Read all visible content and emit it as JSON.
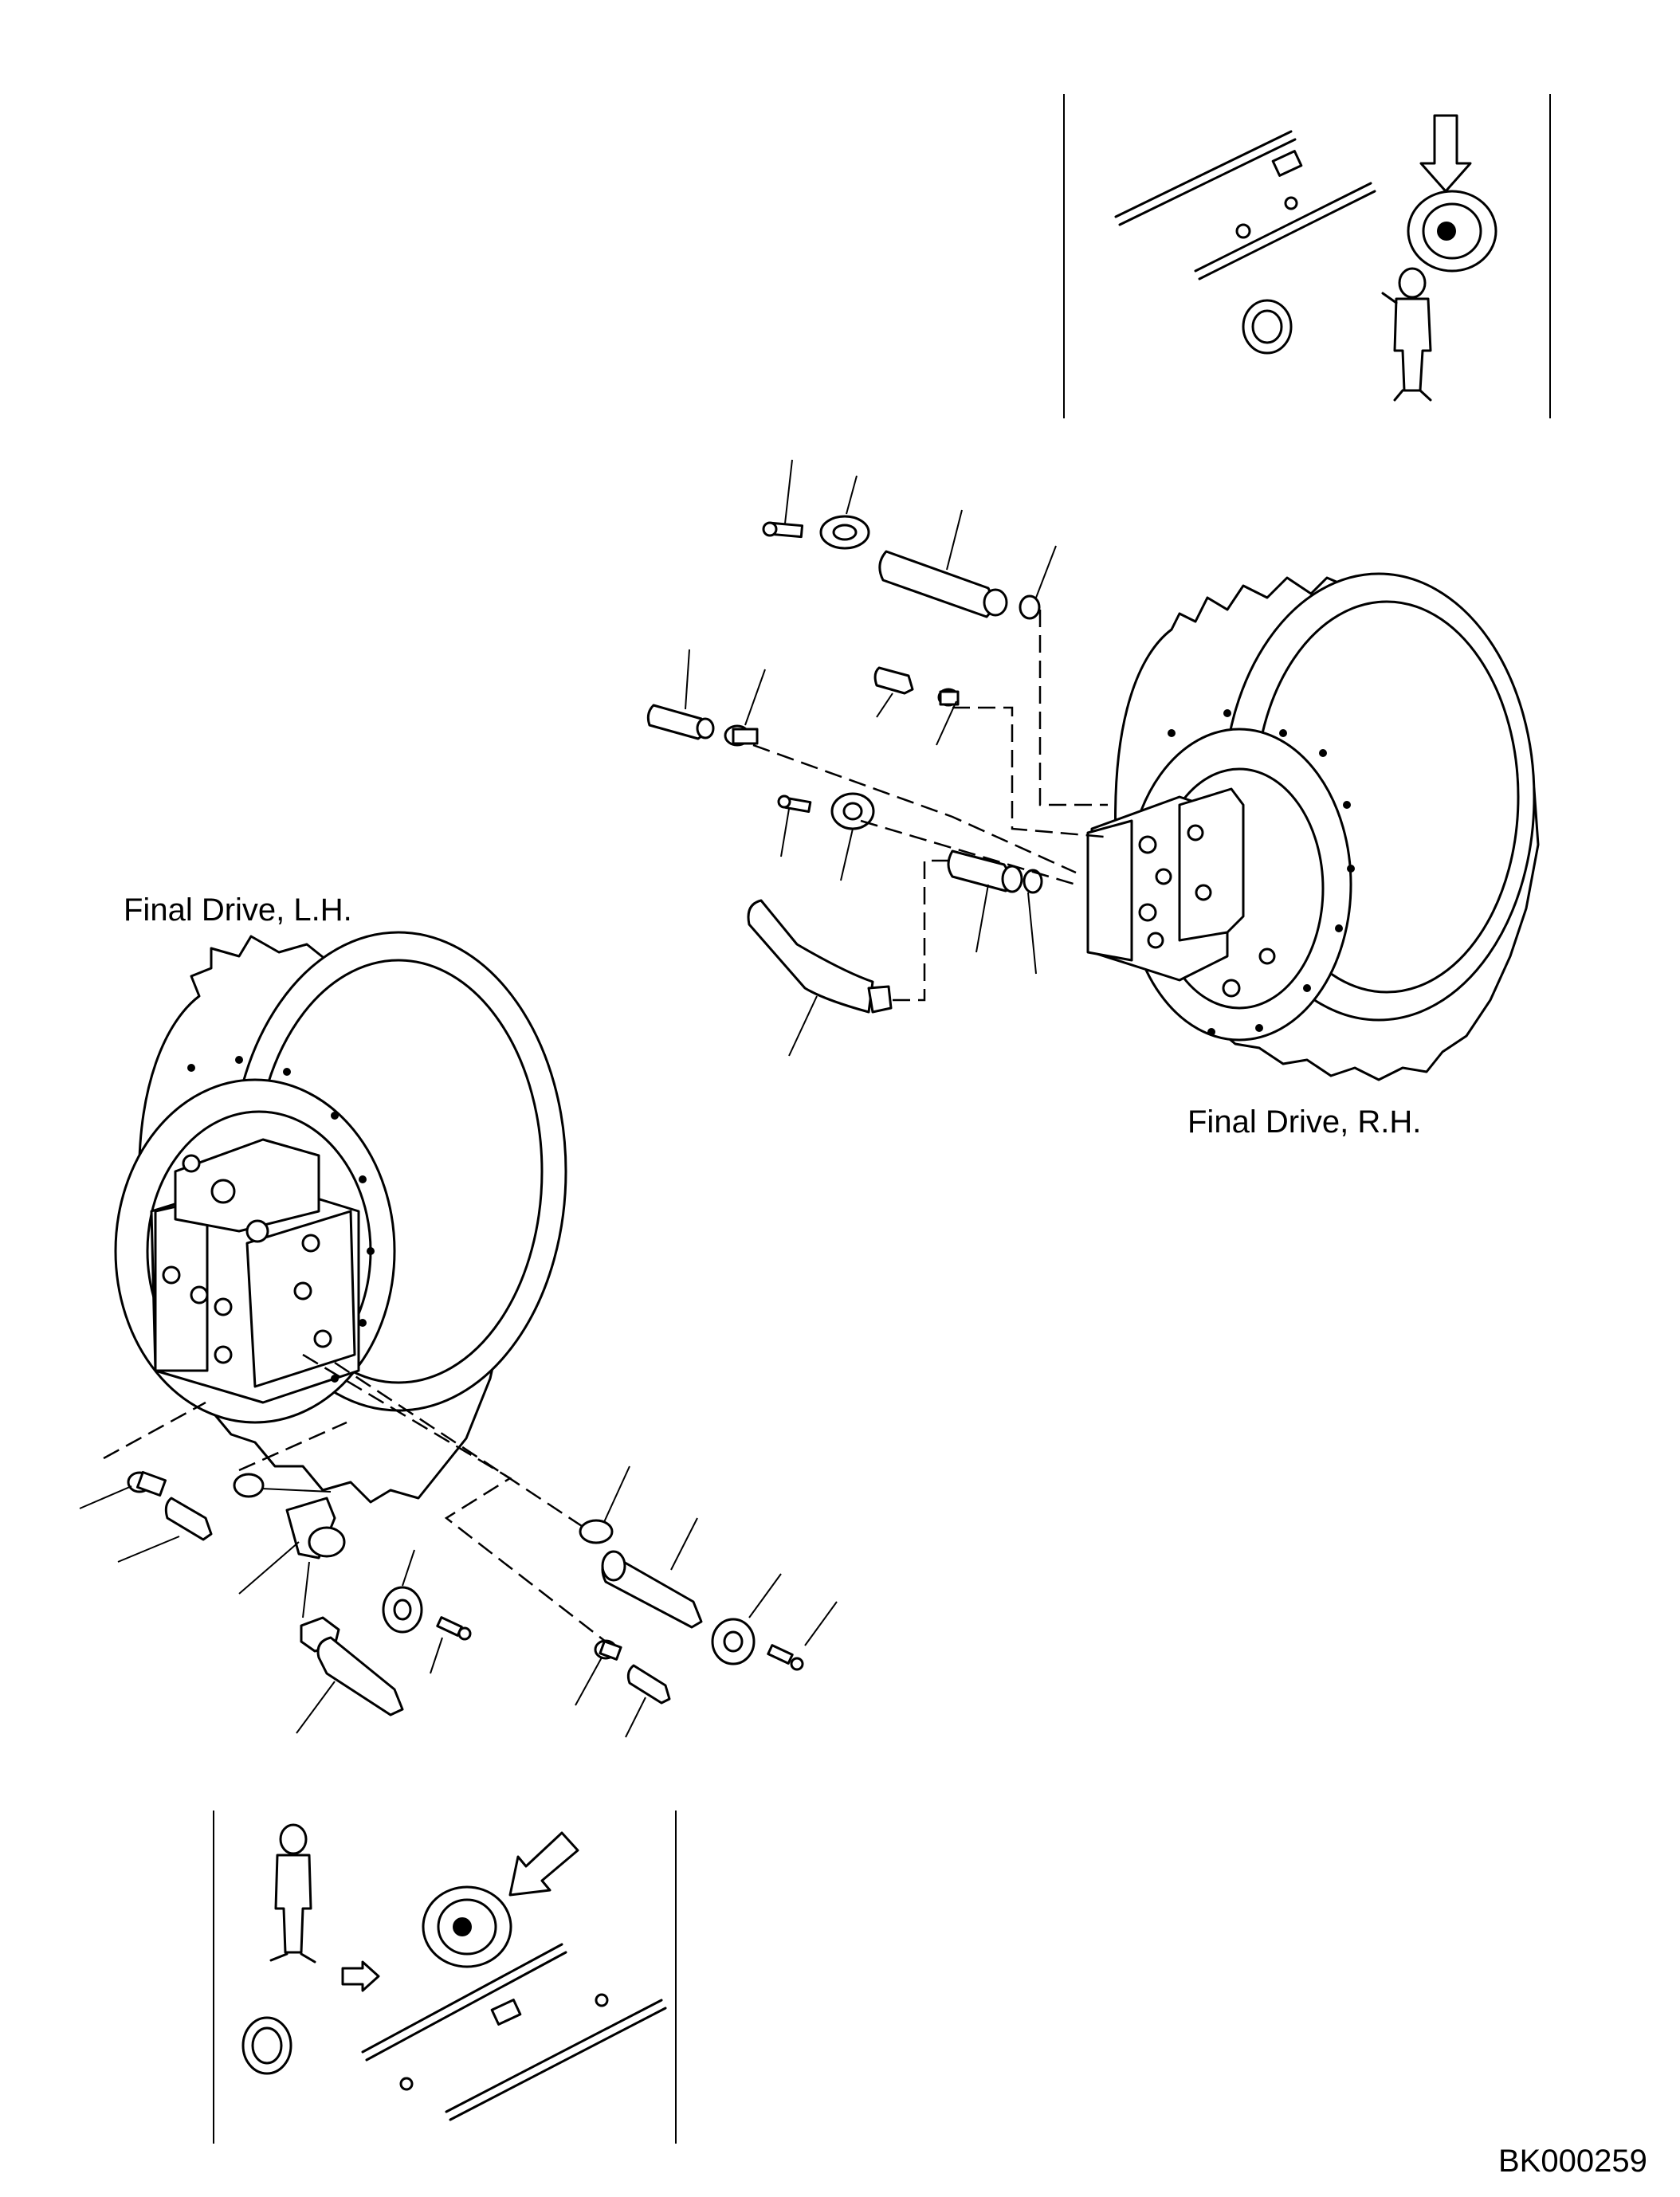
{
  "labels": {
    "final_drive_lh": "Final Drive, L.H.",
    "final_drive_rh": "Final Drive, R.H.",
    "drawing_code": "BK000259"
  }
}
